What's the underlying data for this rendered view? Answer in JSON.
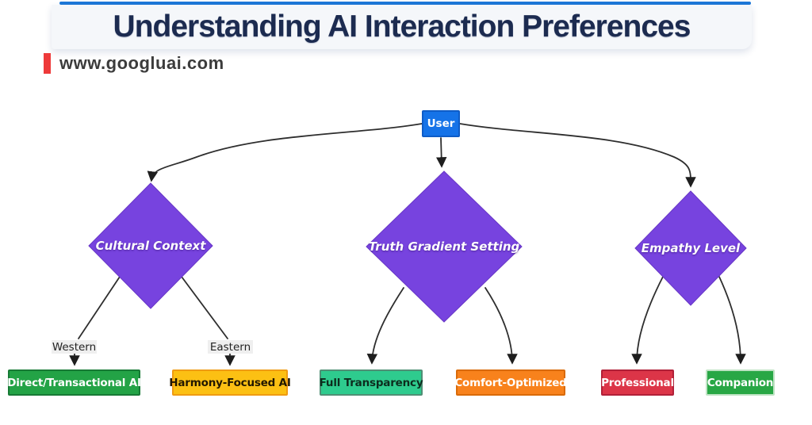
{
  "header": {
    "title": "Understanding AI Interaction Preferences",
    "source": "www.googluai.com"
  },
  "colors": {
    "top_rule": "#1d78d8",
    "title_text": "#1c2b50",
    "source_bar": "#ee3a3a",
    "edge_stroke": "#2e2e2e",
    "decision_fill": "#7743df",
    "decision_border": "#6736c6"
  },
  "diagram": {
    "root": {
      "label": "User",
      "color": "#1573e8",
      "border": "#0e5cc7",
      "text_color": "#ffffff"
    },
    "decisions": [
      {
        "label": "Cultural Context"
      },
      {
        "label": "Truth Gradient Setting"
      },
      {
        "label": "Empathy Level"
      }
    ],
    "edges": [
      {
        "from": "User",
        "to": "Cultural Context"
      },
      {
        "from": "User",
        "to": "Truth Gradient Setting"
      },
      {
        "from": "User",
        "to": "Empathy Level"
      },
      {
        "from": "Cultural Context",
        "to": "Direct/Transactional AI",
        "label": "Western"
      },
      {
        "from": "Cultural Context",
        "to": "Harmony-Focused AI",
        "label": "Eastern"
      },
      {
        "from": "Truth Gradient Setting",
        "to": "Full Transparency"
      },
      {
        "from": "Truth Gradient Setting",
        "to": "Comfort-Optimized"
      },
      {
        "from": "Empathy Level",
        "to": "Professional"
      },
      {
        "from": "Empathy Level",
        "to": "Companion"
      }
    ],
    "outcomes": [
      {
        "label": "Direct/Transactional AI",
        "color": "#23a346",
        "text_color": "#ffffff"
      },
      {
        "label": "Harmony-Focused AI",
        "color": "#fcc013",
        "text_color": "#221700"
      },
      {
        "label": "Full Transparency",
        "color": "#2ecb8e",
        "text_color": "#0d2c1e"
      },
      {
        "label": "Comfort-Optimized",
        "color": "#f8821c",
        "text_color": "#ffffff"
      },
      {
        "label": "Professional",
        "color": "#dc3548",
        "text_color": "#ffffff"
      },
      {
        "label": "Companion",
        "color": "#28a745",
        "text_color": "#ffffff"
      }
    ]
  }
}
